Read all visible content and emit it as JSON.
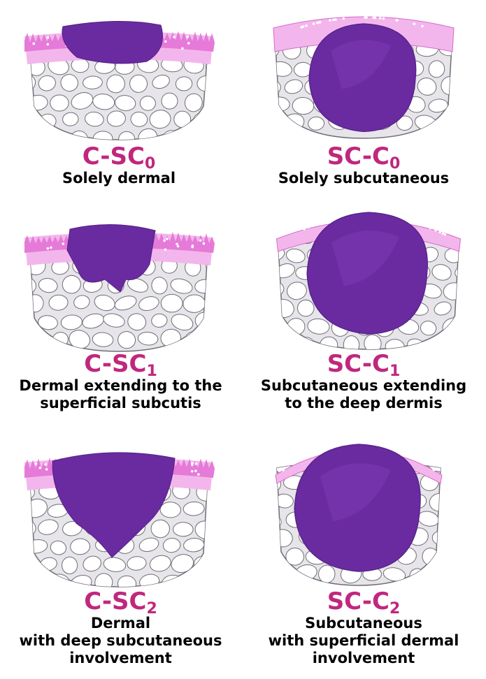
{
  "colors": {
    "code": "#c0277d",
    "tumor": "#6a2aa0",
    "tumor_light": "#7e3bb5",
    "epidermis": "#e57ad8",
    "epidermis_light": "#f3b6ec",
    "fat_bg": "#e7e4ea",
    "fat_cell": "#ffffff",
    "outline": "#6e6e76"
  },
  "panels": [
    {
      "code_main": "C-SC",
      "code_sub": "0",
      "desc_lines": [
        "Solely dermal"
      ],
      "type": "dermal",
      "level": 0
    },
    {
      "code_main": "SC-C",
      "code_sub": "0",
      "desc_lines": [
        "Solely subcutaneous"
      ],
      "type": "subcut",
      "level": 0
    },
    {
      "code_main": "C-SC",
      "code_sub": "1",
      "desc_lines": [
        "Dermal extending to the",
        "superficial subcutis"
      ],
      "type": "dermal",
      "level": 1
    },
    {
      "code_main": "SC-C",
      "code_sub": "1",
      "desc_lines": [
        "Subcutaneous extending",
        "to the deep dermis"
      ],
      "type": "subcut",
      "level": 1
    },
    {
      "code_main": "C-SC",
      "code_sub": "2",
      "desc_lines": [
        "Dermal",
        "with deep subcutaneous",
        "involvement"
      ],
      "type": "dermal",
      "level": 2
    },
    {
      "code_main": "SC-C",
      "code_sub": "2",
      "desc_lines": [
        "Subcutaneous",
        "with superficial dermal",
        "involvement"
      ],
      "type": "subcut",
      "level": 2
    }
  ]
}
